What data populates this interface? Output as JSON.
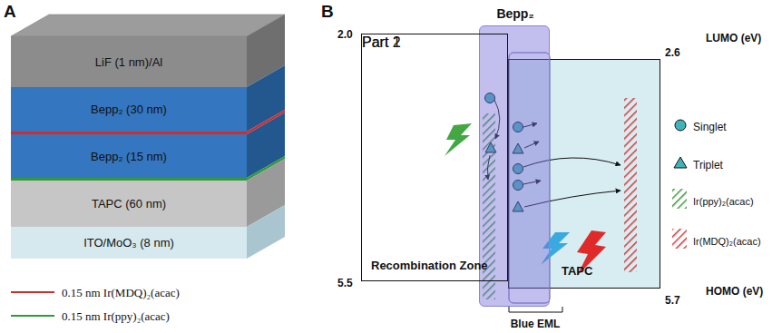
{
  "diagram": {
    "nodes": [
      {
        "text": [
          "LiF (1 nm)/Al"
        ]
      },
      {
        "text": [
          "Bepp₂ (30 nm)"
        ]
      },
      {
        "text": [
          "Bepp₂ (15 nm)"
        ]
      },
      {
        "text": [
          "TAPC (60 nm)"
        ]
      },
      {
        "text": [
          "ITO/MoO₃ (8 nm)"
        ]
      },
      {
        "text": [
          "Recombination Zone",
          "Part 1",
          "Part 2"
        ]
      },
      {
        "text": [
          "TAPC"
        ]
      },
      {
        "text": [
          "Bepp₂"
        ]
      }
    ],
    "labels": [
      "A",
      "B",
      "2.0",
      "2.6",
      "LUMO (eV)",
      "5.5",
      "5.7",
      "HOMO (eV)",
      "Blue EML"
    ],
    "legend": [
      {
        "text": "0.15 nm Ir(MDQ)₂(acac)"
      },
      {
        "text": "0.15 nm Ir(ppy)₂(acac)"
      },
      {
        "text": "Singlet"
      },
      {
        "text": "Triplet"
      },
      {
        "text": "Ir(ppy)₂(acac)"
      },
      {
        "text": "Ir(MDQ)₂(acac)"
      }
    ]
  }
}
